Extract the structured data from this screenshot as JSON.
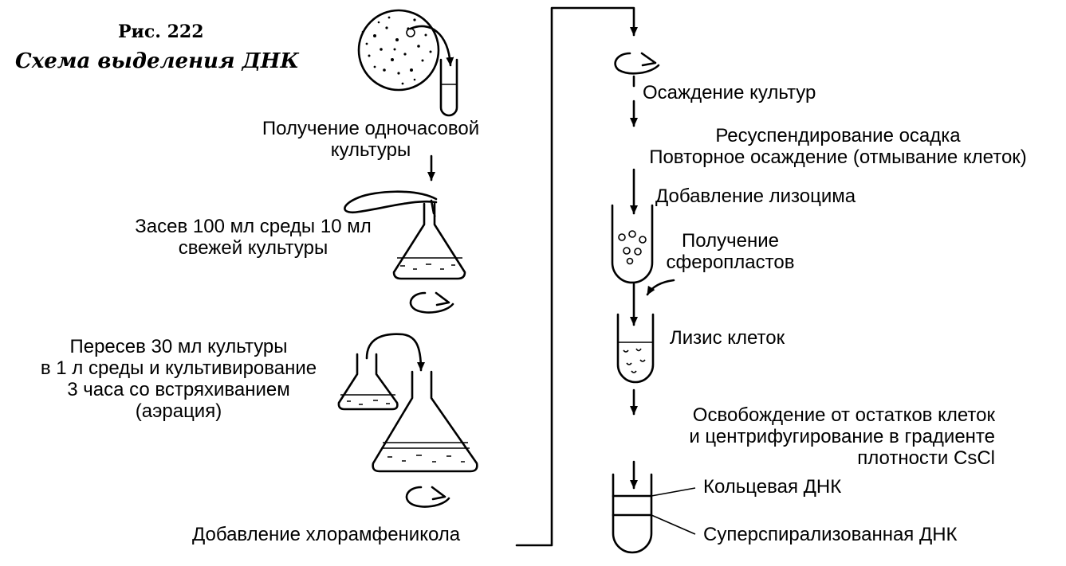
{
  "figure": {
    "number": "Рис. 222",
    "title": "Схема выделения ДНК"
  },
  "left_steps": {
    "step1": [
      "Получение одночасовой",
      "культуры"
    ],
    "step2": [
      "Засев 100 мл среды 10 мл",
      "свежей культуры"
    ],
    "step3": [
      "Пересев 30 мл культуры",
      "в 1 л среды и культивирование",
      "3 часа со встряхиванием",
      "(аэрация)"
    ],
    "step4": "Добавление хлорамфеникола"
  },
  "right_steps": {
    "step5": "Осаждение культур",
    "step6": [
      "Ресуспендирование осадка",
      "Повторное осаждение (отмывание клеток)"
    ],
    "step7": "Добавление лизоцима",
    "step8": [
      "Получение",
      "сферопластов"
    ],
    "step9": "Лизис клеток",
    "step10": [
      "Освобождение от остатков клеток",
      "и центрифугирование в градиенте",
      "плотности CsCl"
    ]
  },
  "bands": {
    "upper": "Кольцевая ДНК",
    "lower": "Суперспирализованная ДНК"
  }
}
